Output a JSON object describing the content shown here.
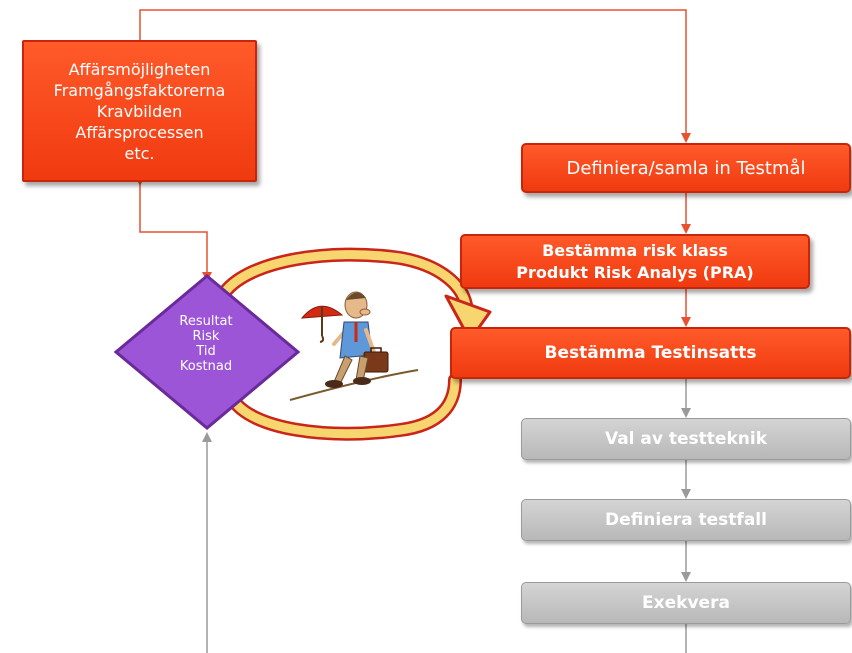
{
  "left_box": {
    "lines": [
      "Affärsmöjligheten",
      "Framgångsfaktorerna",
      "Kravbilden",
      "Affärsprocessen",
      "etc."
    ]
  },
  "flow_steps": [
    {
      "label_lines": [
        "Definiera/samla in Testmål"
      ],
      "style": "red"
    },
    {
      "label_lines": [
        "Bestämma risk klass",
        "Produkt Risk Analys (PRA)"
      ],
      "style": "red"
    },
    {
      "label_lines": [
        "Bestämma Testinsatts"
      ],
      "style": "red"
    },
    {
      "label_lines": [
        "Val av testteknik"
      ],
      "style": "gray"
    },
    {
      "label_lines": [
        "Definiera testfall"
      ],
      "style": "gray"
    },
    {
      "label_lines": [
        "Exekvera"
      ],
      "style": "gray"
    }
  ],
  "decision": {
    "lines": [
      "Resultat",
      "Risk",
      "Tid",
      "Kostnad"
    ]
  },
  "colors": {
    "red": "#f23f12",
    "gray": "#c4c4c4",
    "diamond": "#9b55d6",
    "loop": "#f7d670",
    "connector_red": "#e85030",
    "connector_gray": "#9a9a9a"
  },
  "clipart": "tightrope-walker-with-umbrella-and-briefcase"
}
